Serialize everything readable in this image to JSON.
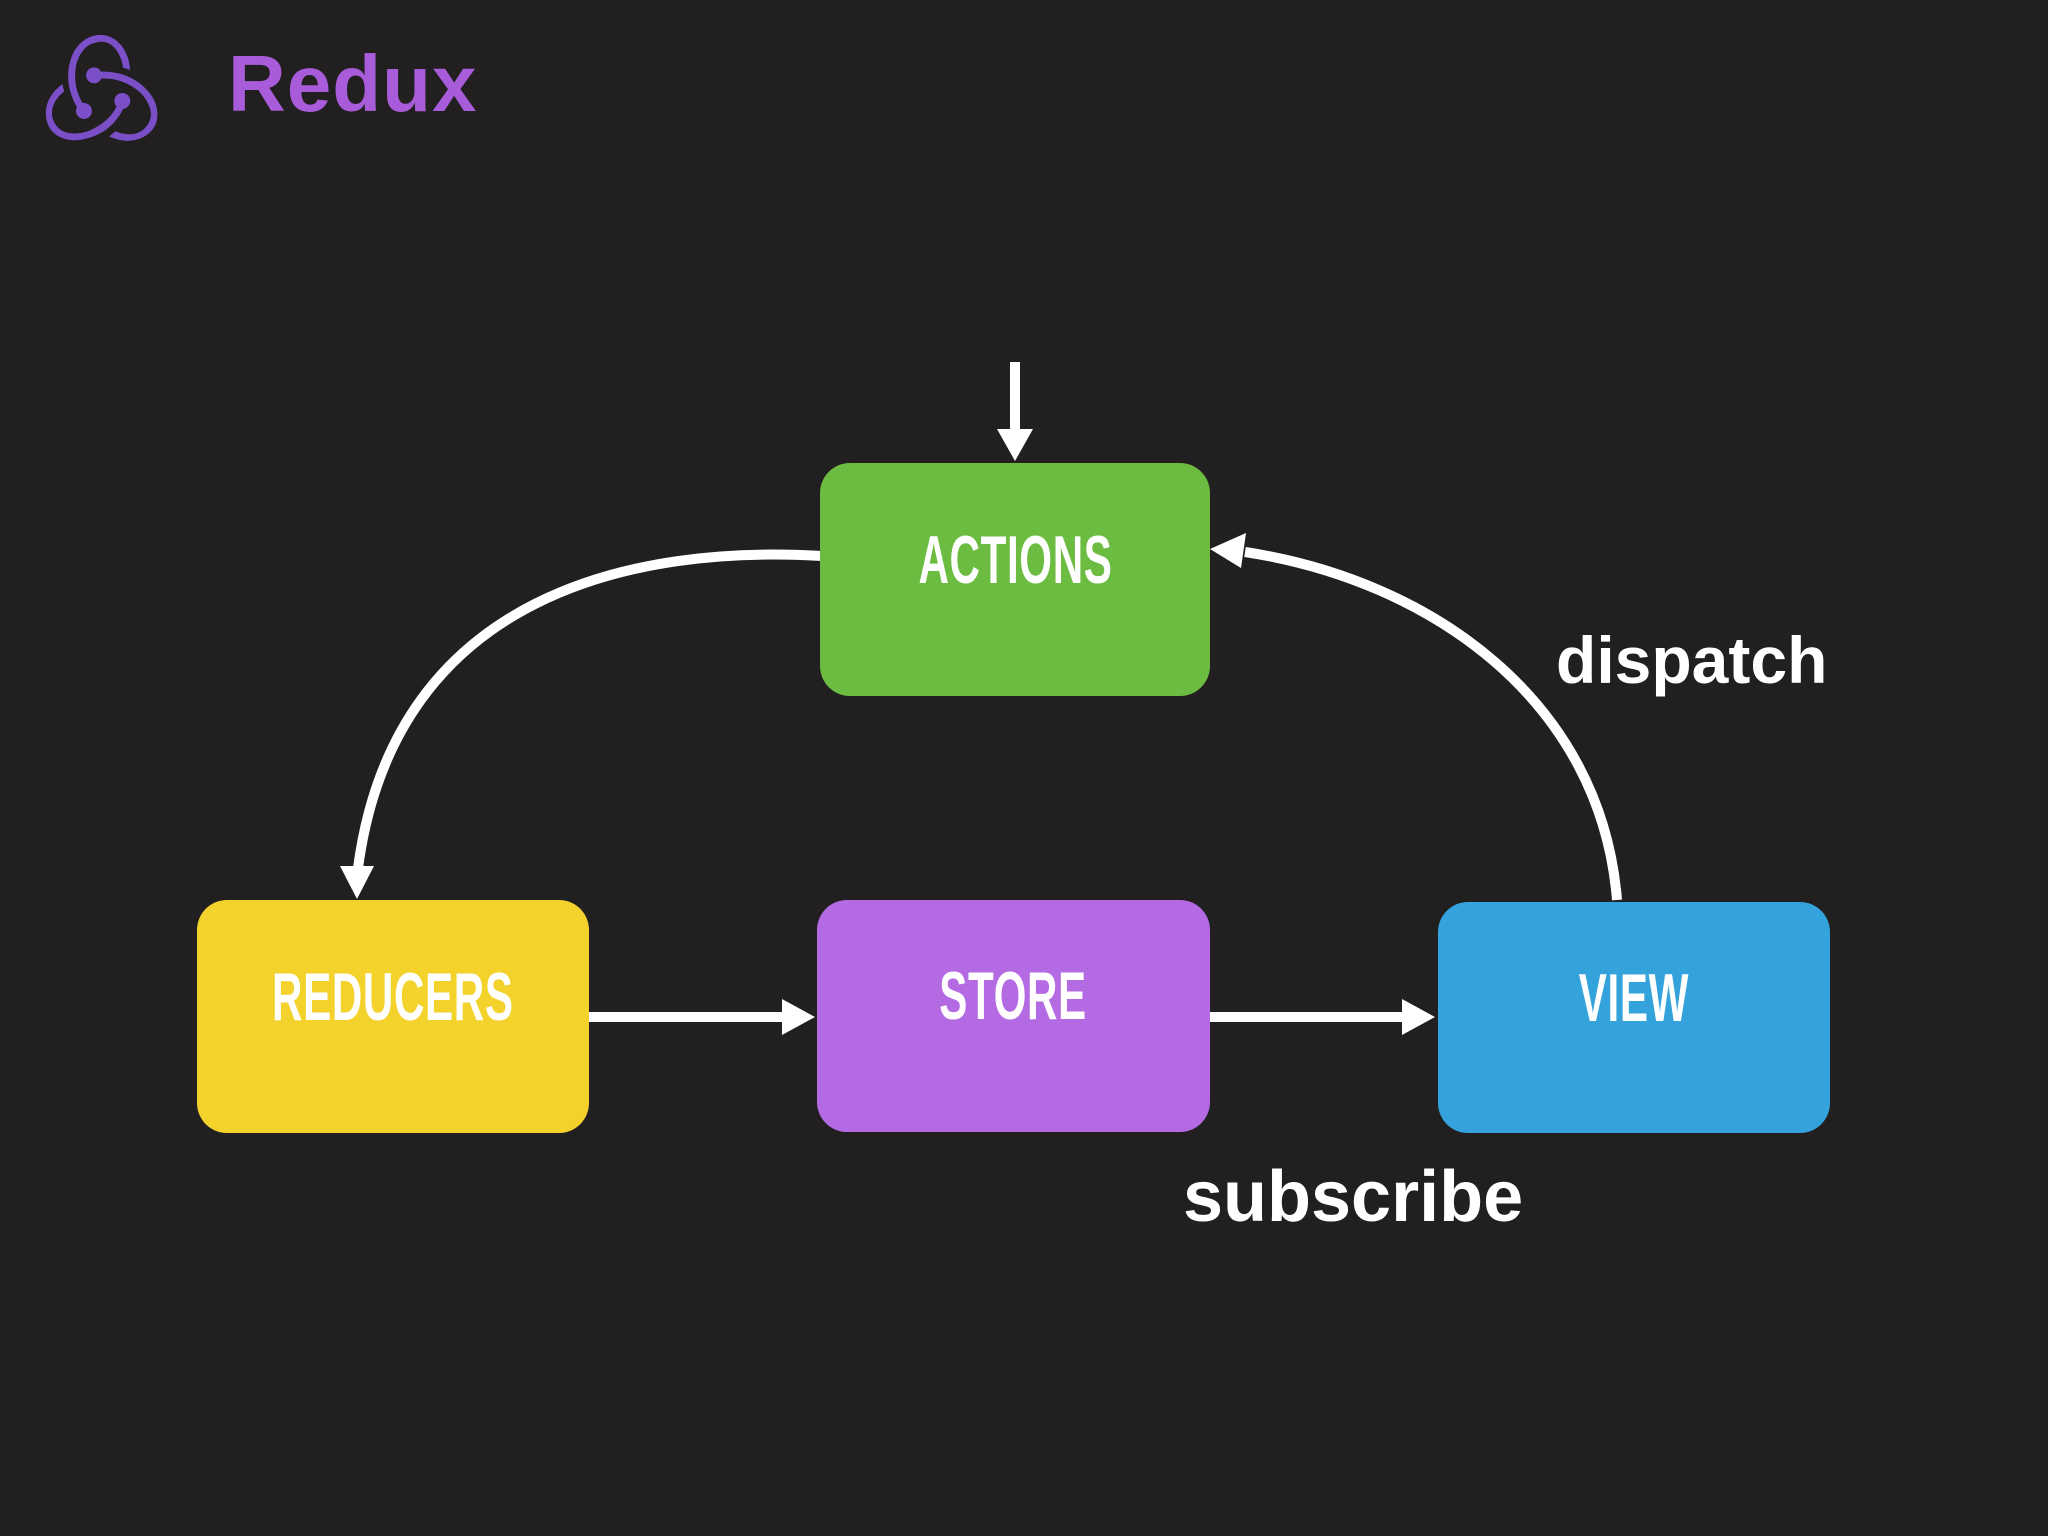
{
  "header": {
    "title": "Redux",
    "logo_icon": "redux-logo",
    "logo_color": "#7B4FC7",
    "title_color": "#A95CD9"
  },
  "diagram": {
    "type": "flow-diagram",
    "background_color": "#221F21",
    "arrow_color": "#FFFFFF",
    "nodes": [
      {
        "id": "actions",
        "label": "ACTIONS",
        "color": "#6CBC41"
      },
      {
        "id": "reducers",
        "label": "REDUCERS",
        "color": "#F4D22C"
      },
      {
        "id": "store",
        "label": "STORE",
        "color": "#B46AE2"
      },
      {
        "id": "view",
        "label": "VIEW",
        "color": "#35A3DB"
      }
    ],
    "edges": [
      {
        "from": "start",
        "to": "actions",
        "label": ""
      },
      {
        "from": "actions",
        "to": "reducers",
        "label": ""
      },
      {
        "from": "reducers",
        "to": "store",
        "label": ""
      },
      {
        "from": "store",
        "to": "view",
        "label": "subscribe"
      },
      {
        "from": "view",
        "to": "actions",
        "label": "dispatch"
      }
    ]
  }
}
